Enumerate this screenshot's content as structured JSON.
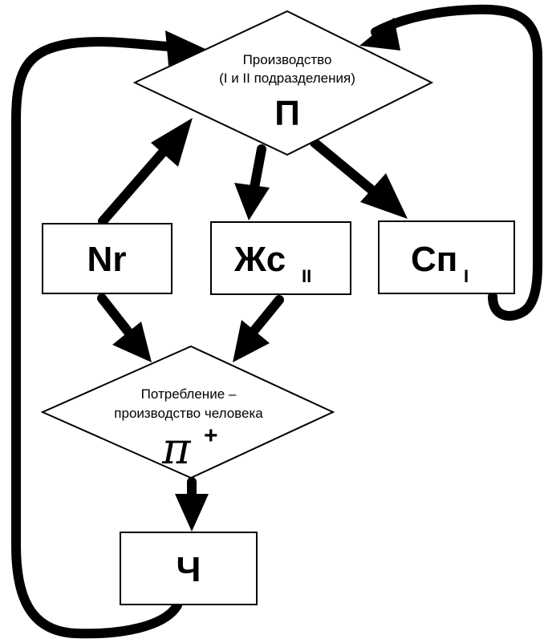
{
  "production": {
    "line1": "Производство",
    "line2": "(I и II подразделения)",
    "symbol": "П"
  },
  "consumption": {
    "line1": "Потребление –",
    "line2": "производство человека",
    "symbol": "π",
    "symbol_sup": "+"
  },
  "boxes": {
    "nr": {
      "label": "Nr"
    },
    "zhs": {
      "label": "Жс",
      "sub": "II"
    },
    "sp": {
      "label": "Сп",
      "sub": "I"
    },
    "ch": {
      "label": "Ч"
    }
  }
}
